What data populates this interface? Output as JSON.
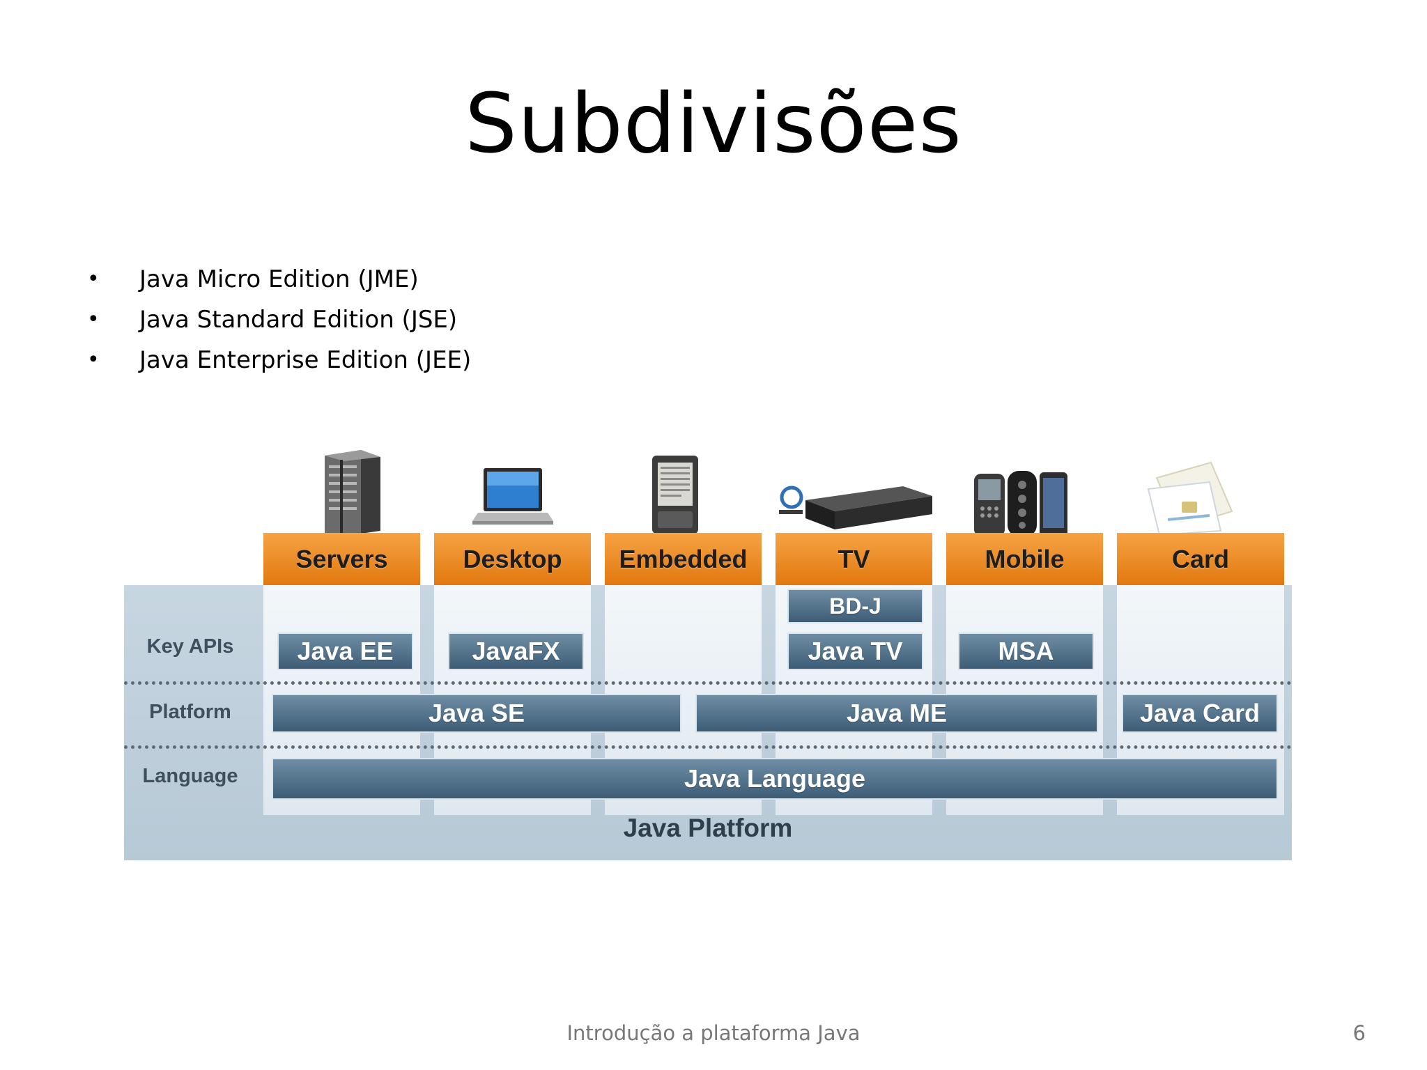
{
  "slide": {
    "title": "Subdivisões",
    "bullets": [
      "Java Micro Edition (JME)",
      "Java Standard Edition (JSE)",
      "Java Enterprise Edition (JEE)"
    ],
    "bullet_glyph": "•",
    "footer": "Introdução a plataforma Java",
    "page_number": "6"
  },
  "diagram": {
    "devices": [
      "Servers",
      "Desktop",
      "Embedded",
      "TV",
      "Mobile",
      "Card"
    ],
    "device_icons": [
      "server-rack-icon",
      "laptop-icon",
      "ereader-icon",
      "bluray-player-icon",
      "mobile-phones-icon",
      "smart-card-icon"
    ],
    "row_labels": {
      "key_apis": "Key APIs",
      "platform": "Platform",
      "language": "Language"
    },
    "key_apis": {
      "java_ee": "Java EE",
      "javafx": "JavaFX",
      "bdj": "BD-J",
      "java_tv": "Java TV",
      "msa": "MSA"
    },
    "platforms": {
      "java_se": "Java SE",
      "java_me": "Java ME",
      "java_card": "Java Card"
    },
    "language": "Java Language",
    "caption": "Java Platform",
    "colors": {
      "header_orange": "#ee8a25",
      "box_blue": "#4e6f89",
      "platform_bg": "#c0d0dc"
    }
  }
}
